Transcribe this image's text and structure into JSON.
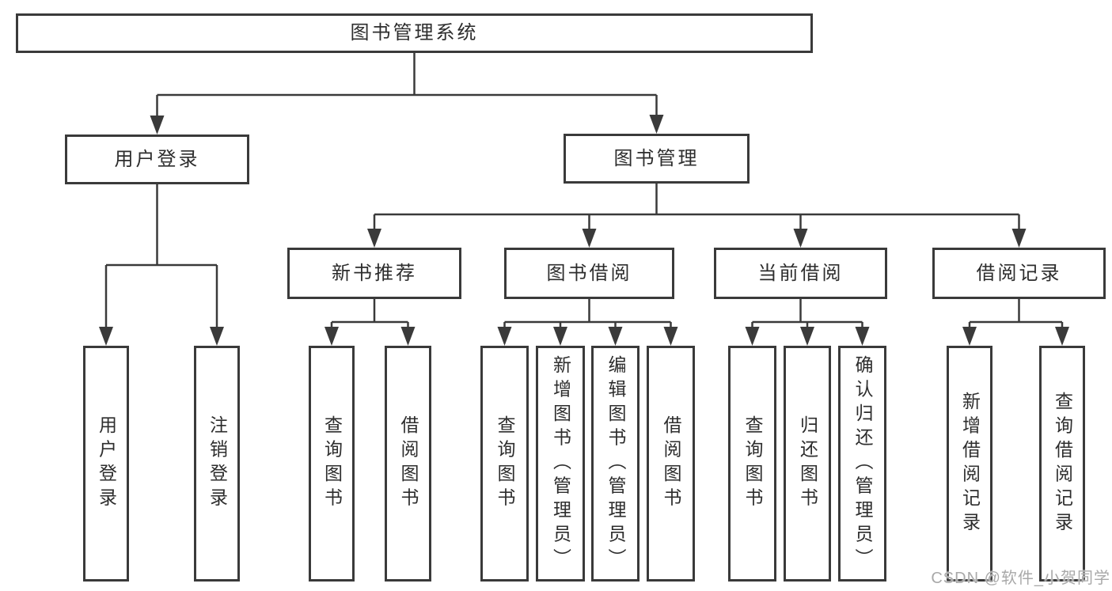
{
  "nodes": {
    "root": {
      "label": "图书管理系统"
    },
    "user_login": {
      "label": "用户登录"
    },
    "book_mgmt": {
      "label": "图书管理"
    },
    "new_book_rec": {
      "label": "新书推荐"
    },
    "book_borrow": {
      "label": "图书借阅"
    },
    "current_borrow": {
      "label": "当前借阅"
    },
    "borrow_record": {
      "label": "借阅记录"
    },
    "leaf_user_login": {
      "label": "用户登录"
    },
    "leaf_logout": {
      "label": "注销登录"
    },
    "leaf_query_book_rec": {
      "label": "查询图书"
    },
    "leaf_borrow_book_rec": {
      "label": "借阅图书"
    },
    "leaf_query_book_borrow": {
      "label": "查询图书"
    },
    "leaf_add_book_admin": {
      "label": "新增图书（管理员）"
    },
    "leaf_edit_book_admin": {
      "label": "编辑图书（管理员）"
    },
    "leaf_borrow_book_borrow": {
      "label": "借阅图书"
    },
    "leaf_query_book_current": {
      "label": "查询图书"
    },
    "leaf_return_book": {
      "label": "归还图书"
    },
    "leaf_confirm_return_admin": {
      "label": "确认归还（管理员）"
    },
    "leaf_add_borrow_record": {
      "label": "新增借阅记录"
    },
    "leaf_query_borrow_record": {
      "label": "查询借阅记录"
    }
  },
  "watermark": {
    "text": "CSDN @软件_小贺同学"
  },
  "colors": {
    "line": "#3a3a3a",
    "text": "#2d2d2d",
    "watermark_text": "#a9a9a9",
    "background": "#ffffff"
  }
}
